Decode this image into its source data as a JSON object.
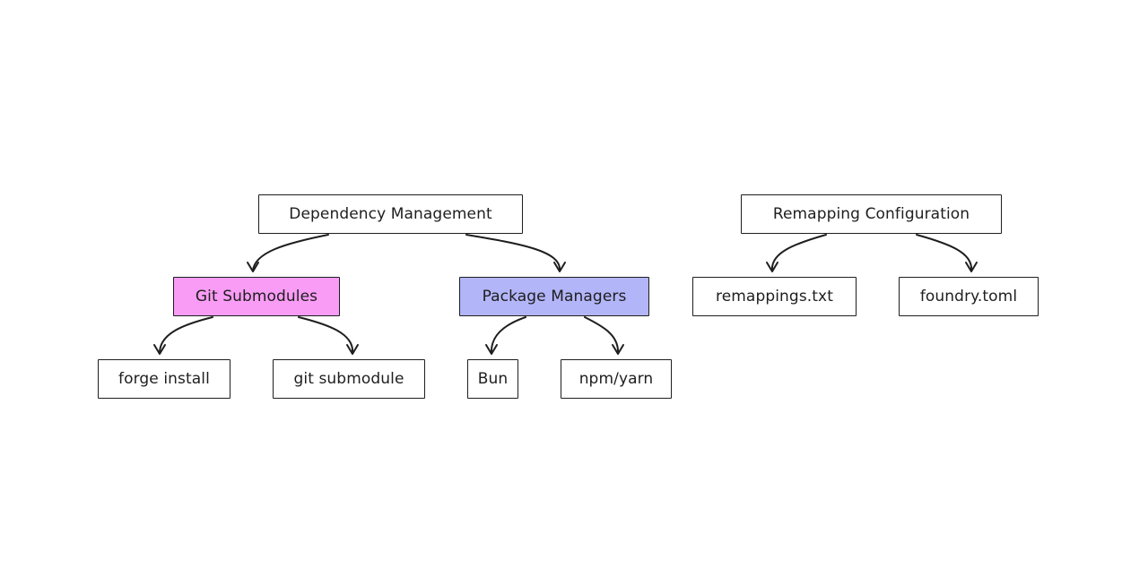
{
  "diagram": {
    "nodes": [
      {
        "id": "dependency-management",
        "label": "Dependency Management",
        "fill": "#ffffff"
      },
      {
        "id": "git-submodules",
        "label": "Git Submodules",
        "fill": "#f99cf5"
      },
      {
        "id": "package-managers",
        "label": "Package Managers",
        "fill": "#b3b5f9"
      },
      {
        "id": "forge-install",
        "label": "forge install",
        "fill": "#ffffff"
      },
      {
        "id": "git-submodule",
        "label": "git submodule",
        "fill": "#ffffff"
      },
      {
        "id": "bun",
        "label": "Bun",
        "fill": "#ffffff"
      },
      {
        "id": "npm-yarn",
        "label": "npm/yarn",
        "fill": "#ffffff"
      },
      {
        "id": "remapping-configuration",
        "label": "Remapping Configuration",
        "fill": "#ffffff"
      },
      {
        "id": "remappings-txt",
        "label": "remappings.txt",
        "fill": "#ffffff"
      },
      {
        "id": "foundry-toml",
        "label": "foundry.toml",
        "fill": "#ffffff"
      }
    ],
    "edges": [
      {
        "from": "dependency-management",
        "to": "git-submodules"
      },
      {
        "from": "dependency-management",
        "to": "package-managers"
      },
      {
        "from": "git-submodules",
        "to": "forge-install"
      },
      {
        "from": "git-submodules",
        "to": "git-submodule"
      },
      {
        "from": "package-managers",
        "to": "bun"
      },
      {
        "from": "package-managers",
        "to": "npm-yarn"
      },
      {
        "from": "remapping-configuration",
        "to": "remappings-txt"
      },
      {
        "from": "remapping-configuration",
        "to": "foundry-toml"
      }
    ]
  }
}
